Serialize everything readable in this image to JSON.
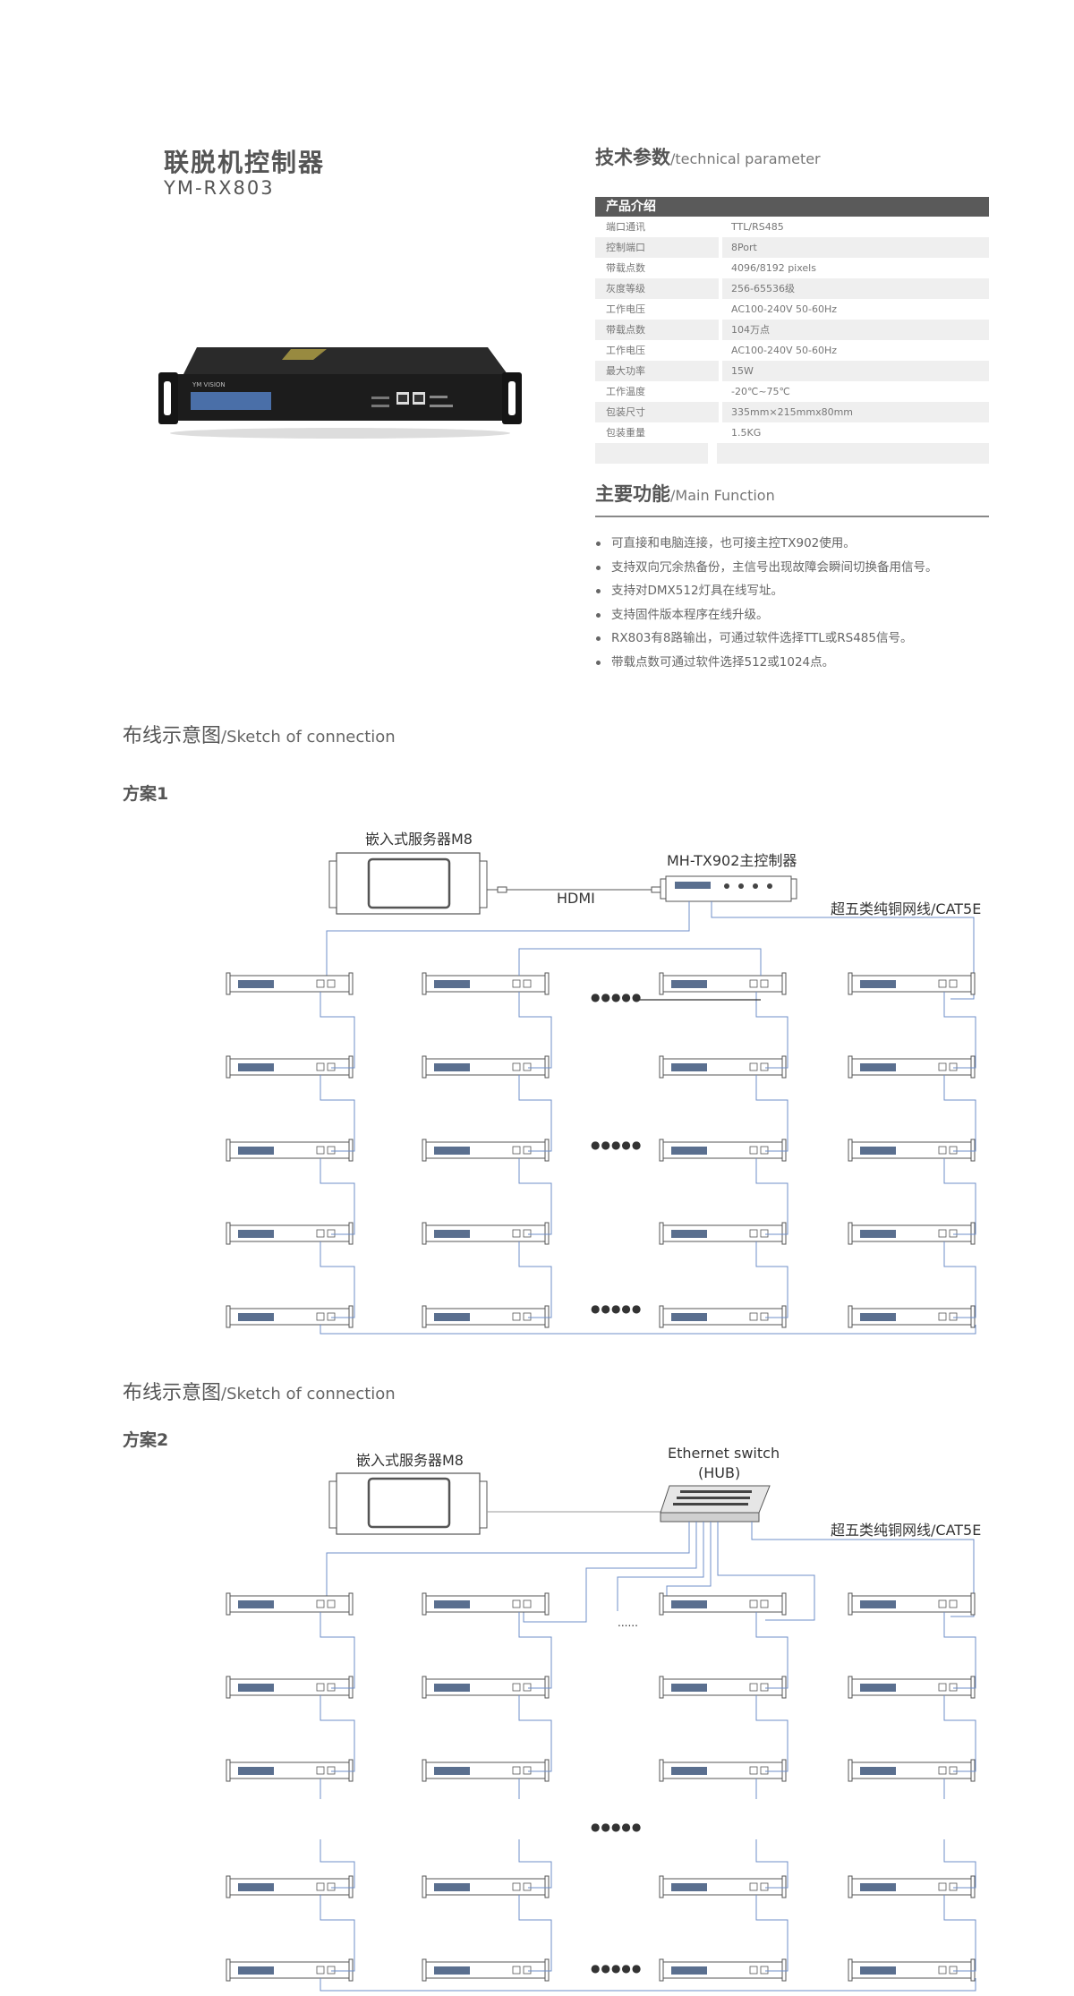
{
  "header": {
    "title": "联脱机控制器",
    "model": "YM-RX803"
  },
  "device_brand": "YM VISION",
  "tech": {
    "heading": "技术参数",
    "heading_en": "/technical parameter",
    "table_title": "产品介绍",
    "rows": [
      {
        "k": "端口通讯",
        "v": "TTL/RS485"
      },
      {
        "k": "控制端口",
        "v": "8Port"
      },
      {
        "k": "带载点数",
        "v": "4096/8192 pixels"
      },
      {
        "k": "灰度等级",
        "v": "256-65536级"
      },
      {
        "k": "工作电压",
        "v": "AC100-240V 50-60Hz"
      },
      {
        "k": "带载点数",
        "v": "104万点"
      },
      {
        "k": "工作电压",
        "v": "AC100-240V 50-60Hz"
      },
      {
        "k": "最大功率",
        "v": "15W"
      },
      {
        "k": "工作温度",
        "v": "-20℃~75℃"
      },
      {
        "k": "包装尺寸",
        "v": "335mm×215mmx80mm"
      },
      {
        "k": "包装重量",
        "v": "1.5KG"
      }
    ]
  },
  "functions": {
    "heading": "主要功能",
    "heading_en": "/Main Function",
    "items": [
      "可直接和电脑连接，也可接主控TX902使用。",
      "支持双向冗余热备份，主信号出现故障会瞬间切换备用信号。",
      "支持对DMX512灯具在线写址。",
      "支持固件版本程序在线升级。",
      "RX803有8路输出，可通过软件选择TTL或RS485信号。",
      "带载点数可通过软件选择512或1024点。"
    ]
  },
  "sketch1": {
    "heading": "布线示意图",
    "heading_en": "/Sketch of connection",
    "scheme": "方案1",
    "server_label": "嵌入式服务器M8",
    "controller_label": "MH-TX902主控制器",
    "hdmi_label": "HDMI",
    "cable_label": "超五类纯铜网线/CAT5E",
    "dots": "●●●●●"
  },
  "sketch2": {
    "heading": "布线示意图",
    "heading_en": "/Sketch of connection",
    "scheme": "方案2",
    "server_label": "嵌入式服务器M8",
    "switch_label_1": "Ethernet switch",
    "switch_label_2": "(HUB)",
    "cable_label": "超五类纯铜网线/CAT5E",
    "dots": "●●●●●",
    "dots_small": "......"
  }
}
